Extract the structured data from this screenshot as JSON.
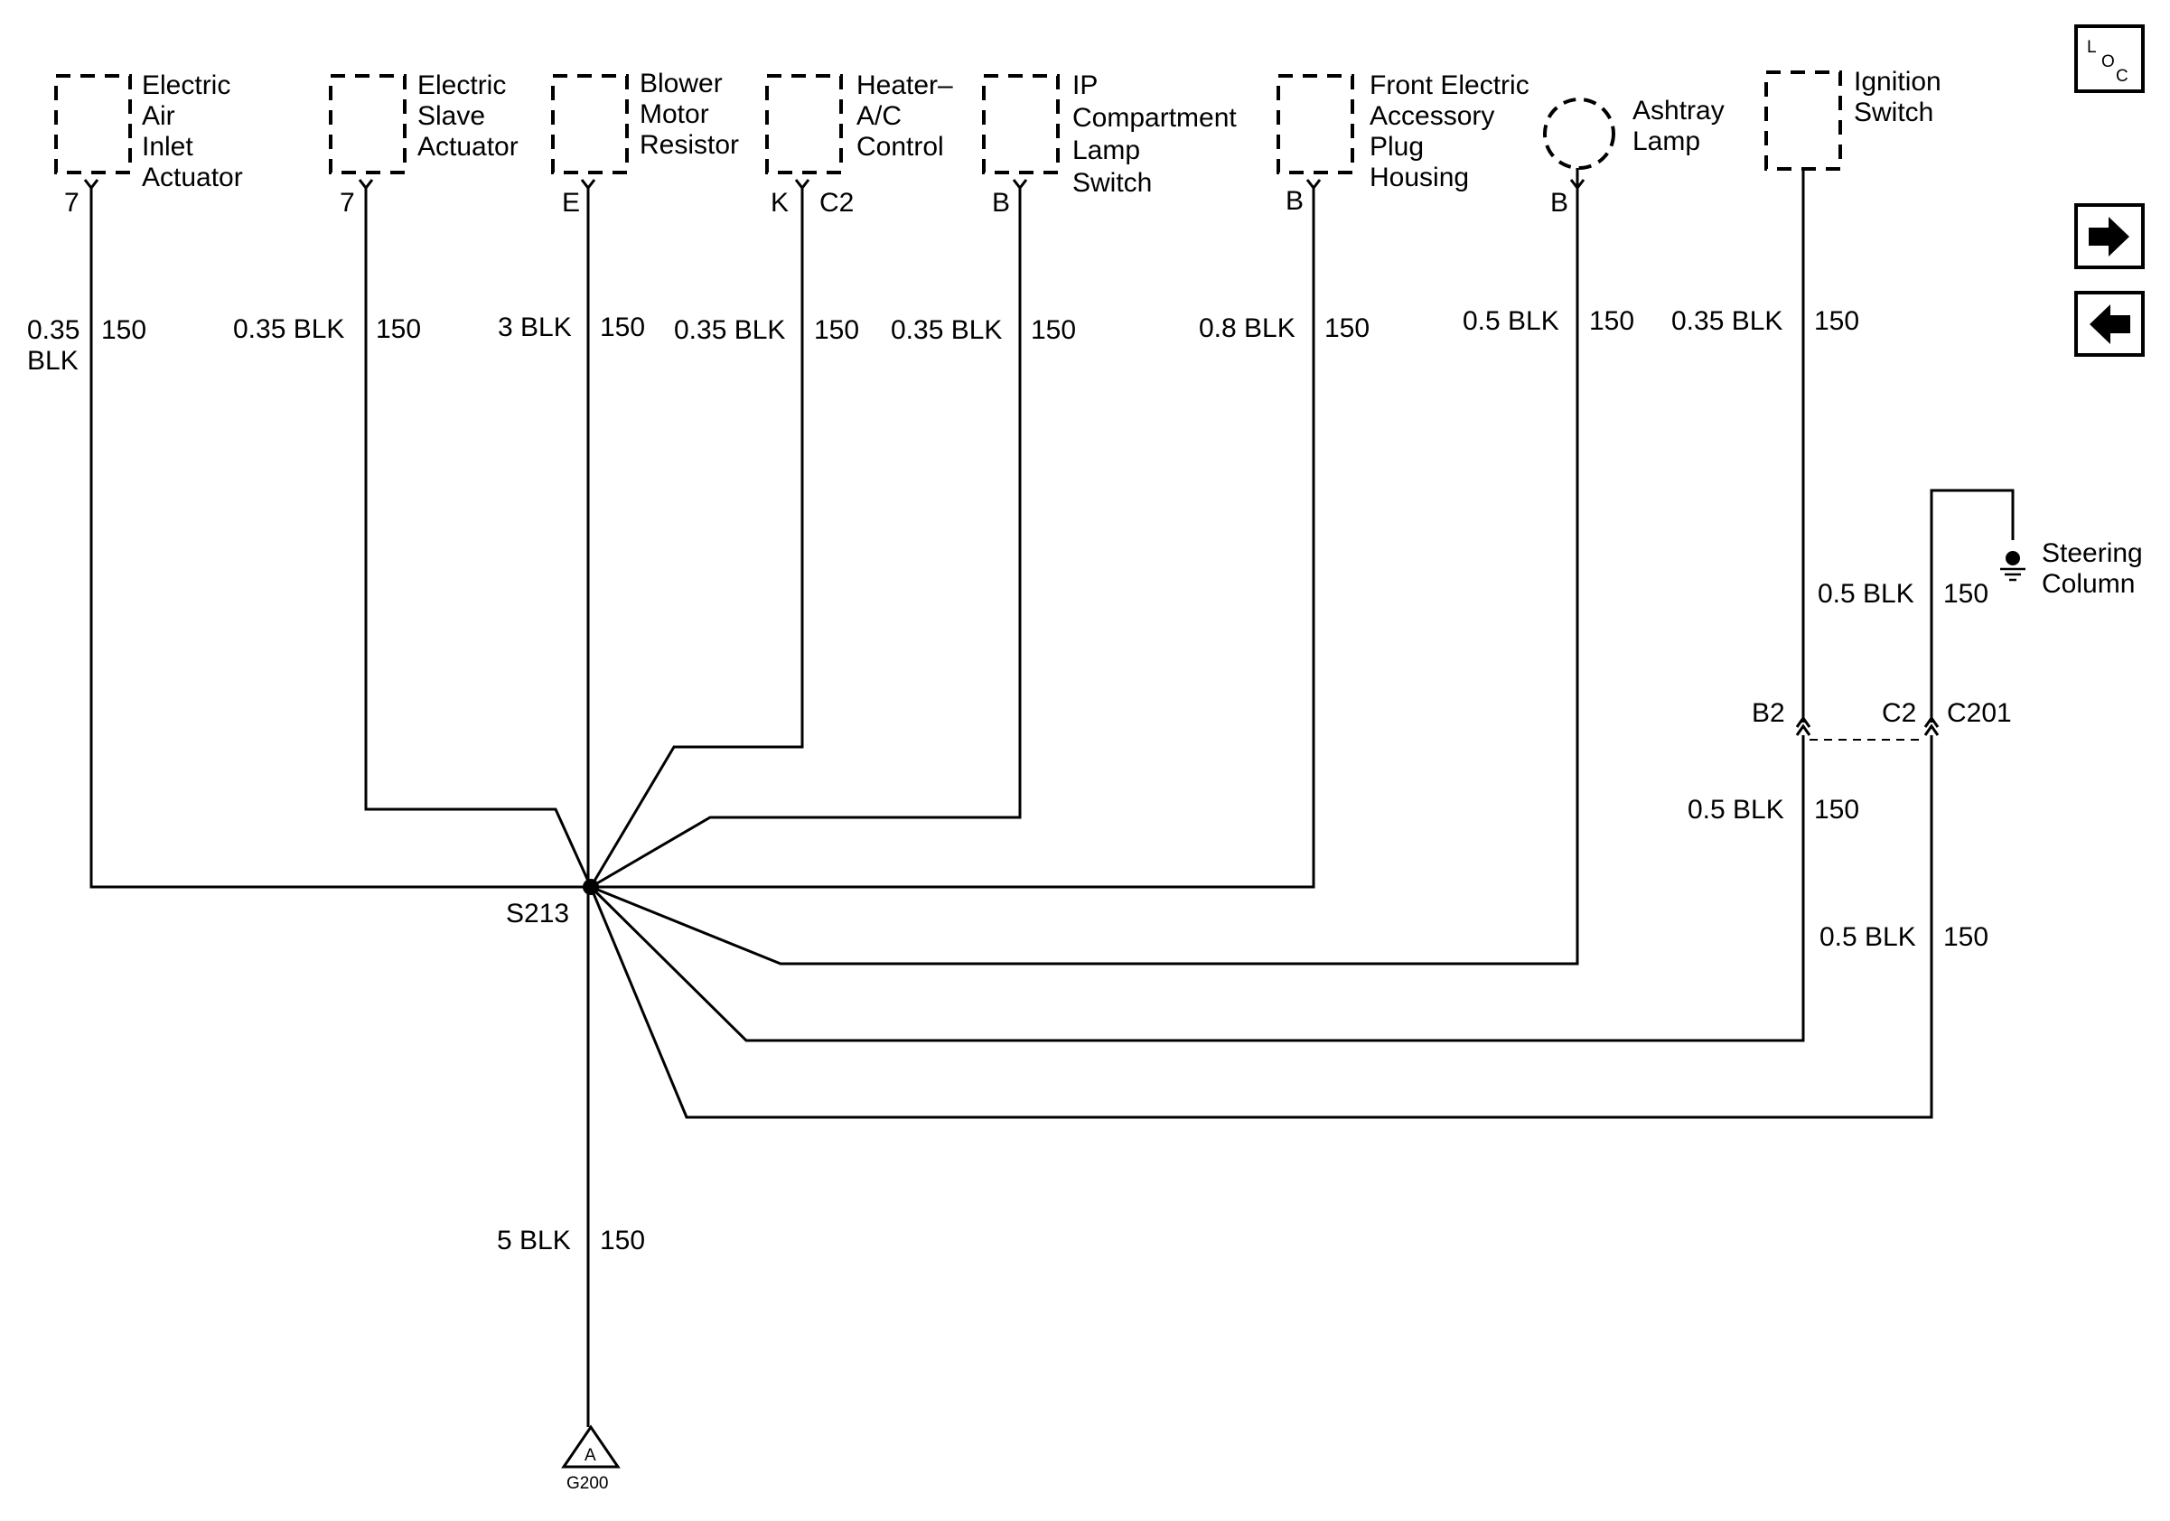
{
  "components": [
    {
      "id": "electric-air-inlet-actuator",
      "label_lines": [
        "Electric",
        "Air",
        "Inlet",
        "Actuator"
      ],
      "pin": "7"
    },
    {
      "id": "electric-slave-actuator",
      "label_lines": [
        "Electric",
        "Slave",
        "Actuator"
      ],
      "pin": "7"
    },
    {
      "id": "blower-motor-resistor",
      "label_lines": [
        "Blower",
        "Motor",
        "Resistor"
      ],
      "pin": "E"
    },
    {
      "id": "heater-ac-control",
      "label_lines": [
        "Heater–",
        "A/C",
        "Control"
      ],
      "pin": "K",
      "connector": "C2"
    },
    {
      "id": "ip-compartment-lamp-switch",
      "label_lines": [
        "IP",
        "Compartment",
        "Lamp",
        "Switch"
      ],
      "pin": "B"
    },
    {
      "id": "front-electric-accessory-plug-housing",
      "label_lines": [
        "Front Electric",
        "Accessory",
        "Plug",
        "Housing"
      ],
      "pin": "B"
    },
    {
      "id": "ashtray-lamp",
      "label_lines": [
        "Ashtray",
        "Lamp"
      ],
      "pin": "B"
    },
    {
      "id": "ignition-switch",
      "label_lines": [
        "Ignition",
        "Switch"
      ],
      "pin": ""
    }
  ],
  "wires": [
    {
      "gauge": "0.35",
      "color": "BLK",
      "circuit": "150"
    },
    {
      "label": "0.35 BLK",
      "circuit": "150"
    },
    {
      "label": "3 BLK",
      "circuit": "150"
    },
    {
      "label": "0.35 BLK",
      "circuit": "150"
    },
    {
      "label": "0.35 BLK",
      "circuit": "150"
    },
    {
      "label": "0.8 BLK",
      "circuit": "150"
    },
    {
      "label": "0.5 BLK",
      "circuit": "150"
    },
    {
      "label": "0.35 BLK",
      "circuit": "150"
    },
    {
      "label": "0.5 BLK",
      "circuit": "150"
    },
    {
      "label": "0.5 BLK",
      "circuit": "150"
    },
    {
      "label": "0.5 BLK",
      "circuit": "150"
    },
    {
      "label": "5 BLK",
      "circuit": "150"
    }
  ],
  "splice": "S213",
  "ground_column": {
    "label_lines": [
      "Steering",
      "Column"
    ]
  },
  "connector_c201": {
    "name": "C201",
    "pin_left": "B2",
    "pin_right": "C2"
  },
  "ground_g200": {
    "letter": "A",
    "name": "G200"
  },
  "controls": {
    "loc_l": "L",
    "loc_o": "O",
    "loc_c": "C"
  }
}
